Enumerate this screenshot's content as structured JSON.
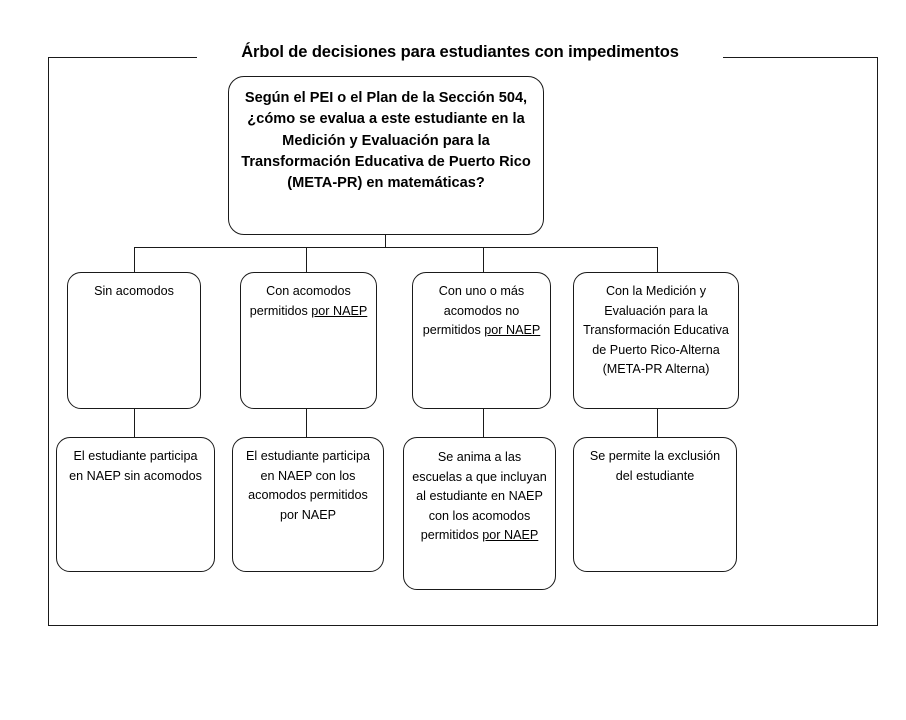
{
  "title": "Árbol de decisiones para estudiantes con impedimentos",
  "root": {
    "text": "Según el PEI o el Plan de la Sección 504, ¿cómo se evalua a este estudiante en la Medición y Evaluación para la Transformación Educativa de Puerto Rico (META-PR) en matemáticas?"
  },
  "level2": [
    {
      "id": "sin-acomodos",
      "text": "Sin acomodos",
      "underlined_tail": ""
    },
    {
      "id": "con-acomodos-permitidos",
      "lead": "Con acomodos permitidos ",
      "underlined_tail": "por NAEP"
    },
    {
      "id": "acomodos-no-permitidos",
      "lead": "Con uno o más acomodos no permitidos ",
      "underlined_tail": "por NAEP"
    },
    {
      "id": "meta-pr-alterna",
      "text": "Con la Medición y Evaluación para la Transformación Educativa de Puerto Rico-Alterna (META-PR Alterna)",
      "underlined_tail": ""
    }
  ],
  "level3": [
    {
      "id": "participa-sin-acomodos",
      "text": "El estudiante participa en NAEP sin acomodos",
      "underlined_tail": ""
    },
    {
      "id": "participa-con-acomodos",
      "text": "El estudiante participa en NAEP con los acomodos permitidos por NAEP",
      "underlined_tail": ""
    },
    {
      "id": "se-anima-escuelas",
      "lead": "Se anima a las escuelas a que incluyan al estudiante en NAEP con los acomodos permitidos ",
      "underlined_tail": "por NAEP"
    },
    {
      "id": "exclusion-permitida",
      "text": "Se permite la exclusión del estudiante",
      "underlined_tail": ""
    }
  ],
  "colors": {
    "stroke": "#1a1a1a",
    "background": "#ffffff",
    "text": "#000000"
  }
}
